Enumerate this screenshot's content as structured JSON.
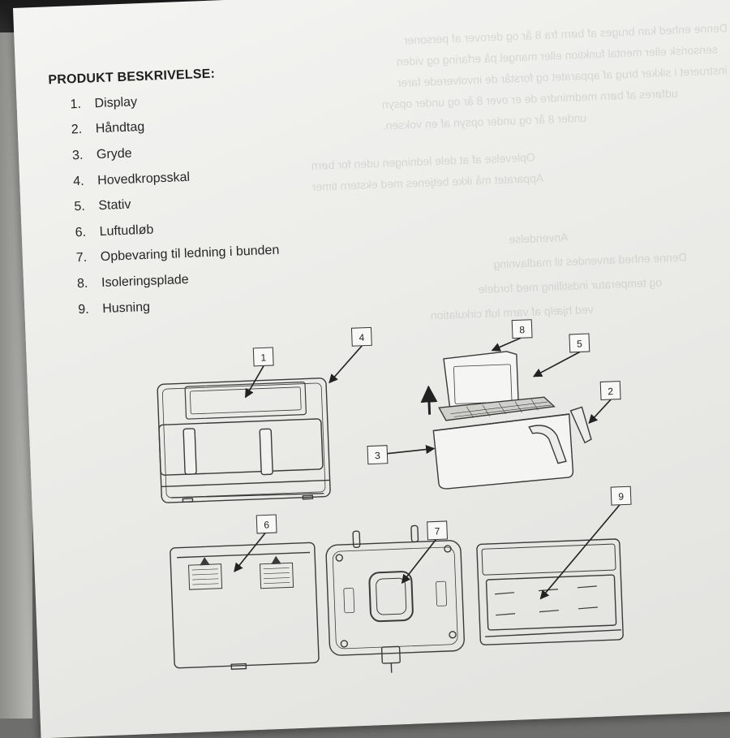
{
  "heading": "PRODUKT BESKRIVELSE:",
  "parts": [
    {
      "number": "1.",
      "label": "Display"
    },
    {
      "number": "2.",
      "label": "Håndtag"
    },
    {
      "number": "3.",
      "label": "Gryde"
    },
    {
      "number": "4.",
      "label": "Hovedkropsskal"
    },
    {
      "number": "5.",
      "label": "Stativ"
    },
    {
      "number": "6.",
      "label": "Luftudløb"
    },
    {
      "number": "7.",
      "label": "Opbevaring til ledning i bunden"
    },
    {
      "number": "8.",
      "label": "Isoleringsplade"
    },
    {
      "number": "9.",
      "label": "Husning"
    }
  ],
  "callouts": [
    "1",
    "2",
    "3",
    "4",
    "5",
    "6",
    "7",
    "8",
    "9"
  ]
}
